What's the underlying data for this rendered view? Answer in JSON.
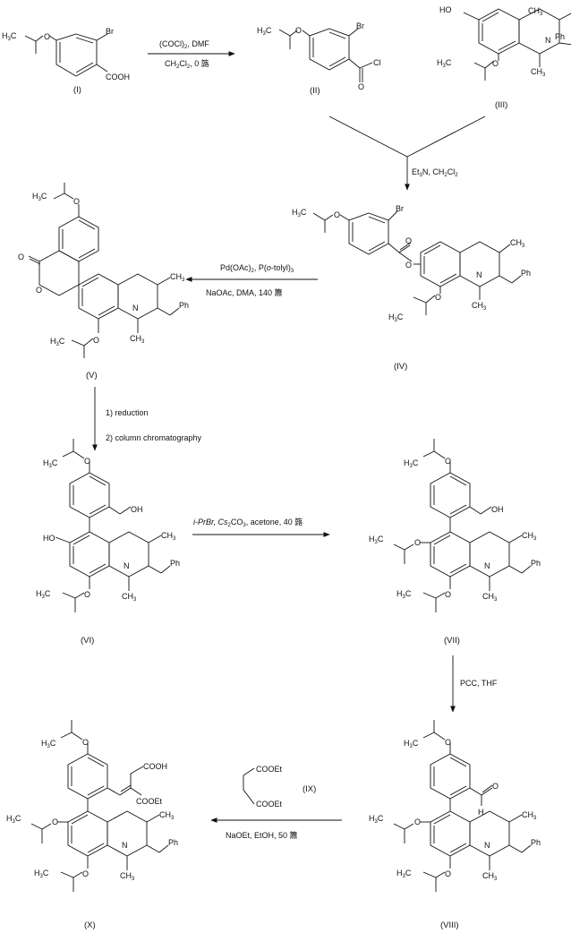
{
  "compounds": [
    {
      "id": "I",
      "label": "(I)"
    },
    {
      "id": "II",
      "label": "(II)"
    },
    {
      "id": "III",
      "label": "(III)"
    },
    {
      "id": "IV",
      "label": "(IV)"
    },
    {
      "id": "V",
      "label": "(V)"
    },
    {
      "id": "VI",
      "label": "(VI)"
    },
    {
      "id": "VII",
      "label": "(VII)"
    },
    {
      "id": "VIII",
      "label": "(VIII)"
    },
    {
      "id": "IX",
      "label": "(IX)"
    },
    {
      "id": "X",
      "label": "(X)"
    }
  ],
  "conditions": {
    "step1_top": "(COCl)",
    "step1_bottom": "CH",
    "step2": "Et",
    "step3_top": "Pd(OAc)",
    "step3_bottom": "NaOAc, DMA, 140 簫",
    "step4_a": "1) reduction",
    "step4_b": "2) column chromatography",
    "step5": "i-PrBr, Cs",
    "step6": "PCC, THF",
    "step7": "NaOEt, EtOH, 50 簫"
  },
  "atoms": {
    "H3C": "H",
    "CH3": "CH",
    "Br": "Br",
    "COOH": "COOH",
    "Cl": "Cl",
    "O": "O",
    "HO": "HO",
    "OH": "OH",
    "N": "N",
    "Ph": "Ph",
    "COOEt": "COOEt",
    "COOEt_ring": "COOEt",
    "COOEt_long": "COOEt",
    "H_ald": "H"
  }
}
